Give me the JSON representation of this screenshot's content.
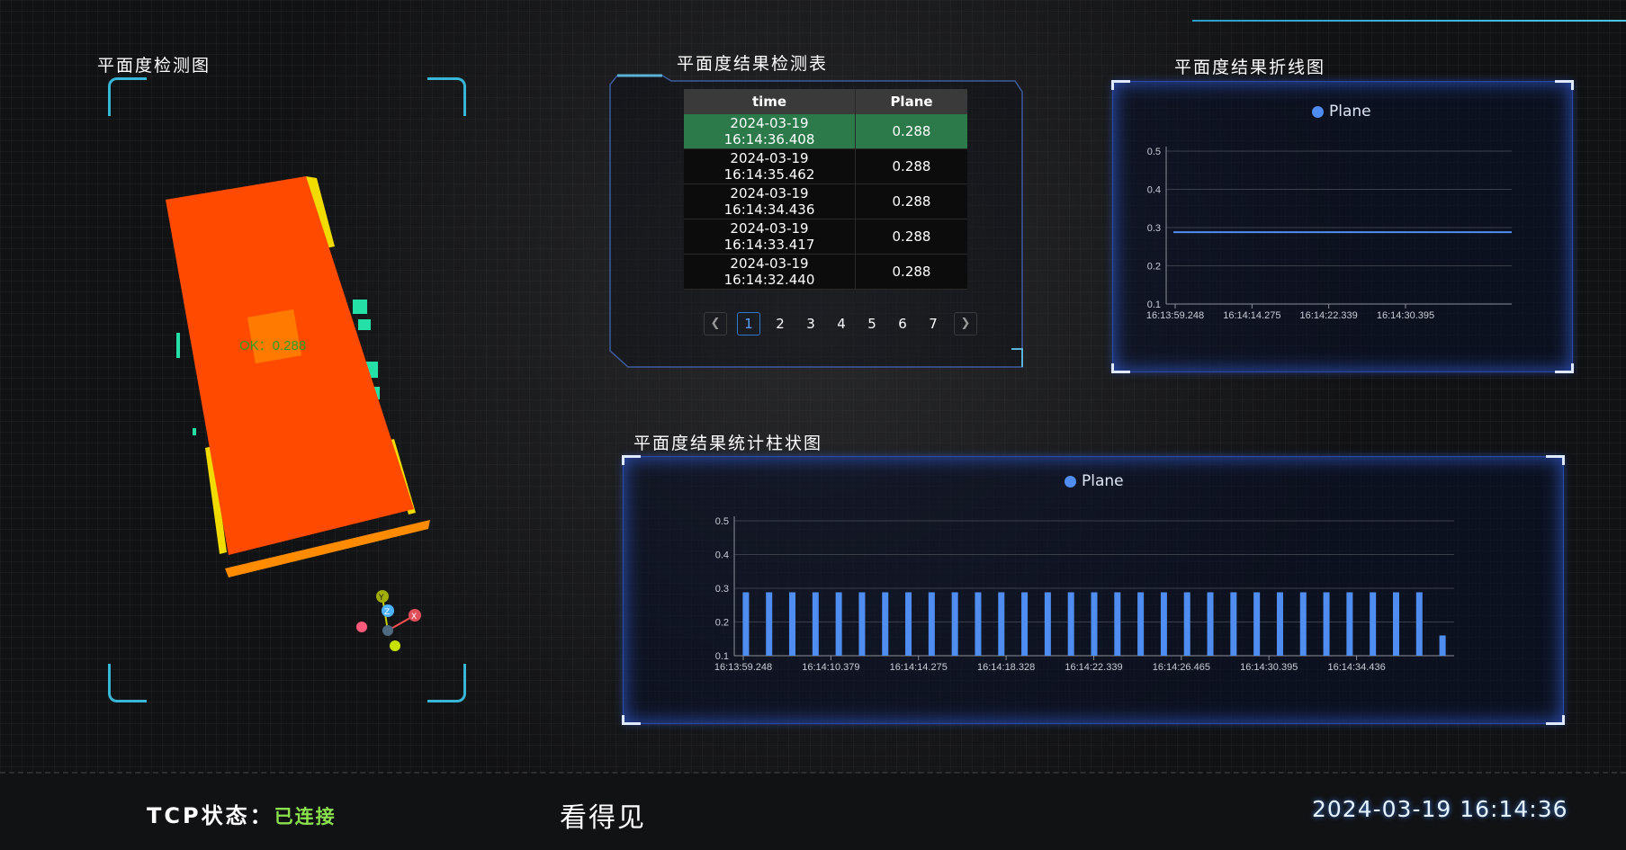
{
  "panels": {
    "left_title": "平面度检测图",
    "table_title": "平面度结果检测表",
    "line_title": "平面度结果折线图",
    "bar_title": "平面度结果统计柱状图"
  },
  "detection": {
    "label": "OK：0.288",
    "axis_labels": [
      "Y",
      "Z",
      "X"
    ]
  },
  "table": {
    "columns": [
      "time",
      "Plane"
    ],
    "rows": [
      {
        "time": "2024-03-19 16:14:36.408",
        "plane": "0.288",
        "selected": true
      },
      {
        "time": "2024-03-19 16:14:35.462",
        "plane": "0.288"
      },
      {
        "time": "2024-03-19 16:14:34.436",
        "plane": "0.288"
      },
      {
        "time": "2024-03-19 16:14:33.417",
        "plane": "0.288"
      },
      {
        "time": "2024-03-19 16:14:32.440",
        "plane": "0.288"
      }
    ],
    "pages": [
      "1",
      "2",
      "3",
      "4",
      "5",
      "6",
      "7"
    ],
    "current_page": "1",
    "prev_icon": "chevron-left-icon",
    "next_icon": "chevron-right-icon"
  },
  "chart_data": [
    {
      "type": "line",
      "legend": "Plane",
      "series": [
        {
          "name": "Plane",
          "values_const": 0.288
        }
      ],
      "x_ticks": [
        "16:13:59.248",
        "16:14:14.275",
        "16:14:22.339",
        "16:14:30.395"
      ],
      "y_ticks": [
        "0.1",
        "0.2",
        "0.3",
        "0.4",
        "0.5"
      ],
      "ylim": [
        0.1,
        0.5
      ],
      "value": 0.288,
      "grid": true,
      "color": "#4f8ef0"
    },
    {
      "type": "bar",
      "legend": "Plane",
      "series": [
        {
          "name": "Plane",
          "values": [
            0.288,
            0.288,
            0.288,
            0.288,
            0.288,
            0.288,
            0.288,
            0.288,
            0.288,
            0.288,
            0.288,
            0.288,
            0.288,
            0.288,
            0.288,
            0.288,
            0.288,
            0.288,
            0.288,
            0.288,
            0.288,
            0.288,
            0.288,
            0.288,
            0.288,
            0.288,
            0.288,
            0.288,
            0.288,
            0.288,
            0.16
          ]
        }
      ],
      "x_ticks": [
        "16:13:59.248",
        "16:14:10.379",
        "16:14:14.275",
        "16:14:18.328",
        "16:14:22.339",
        "16:14:26.465",
        "16:14:30.395",
        "16:14:34.436"
      ],
      "y_ticks": [
        "0.1",
        "0.2",
        "0.3",
        "0.4",
        "0.5"
      ],
      "ylim": [
        0.1,
        0.5
      ],
      "grid": true,
      "color": "#4f8ef0"
    }
  ],
  "footer": {
    "tcp_label": "TCP状态：",
    "tcp_value": "已连接",
    "brand": "看得见",
    "clock": "2024-03-19 16:14:36"
  },
  "colors": {
    "accent_cyan": "#37b6d6",
    "chart_blue": "#4f8ef0",
    "selected_row": "#2c7a4a",
    "ok_text": "#2aa02a",
    "plane_orange": "#ff4a00"
  }
}
